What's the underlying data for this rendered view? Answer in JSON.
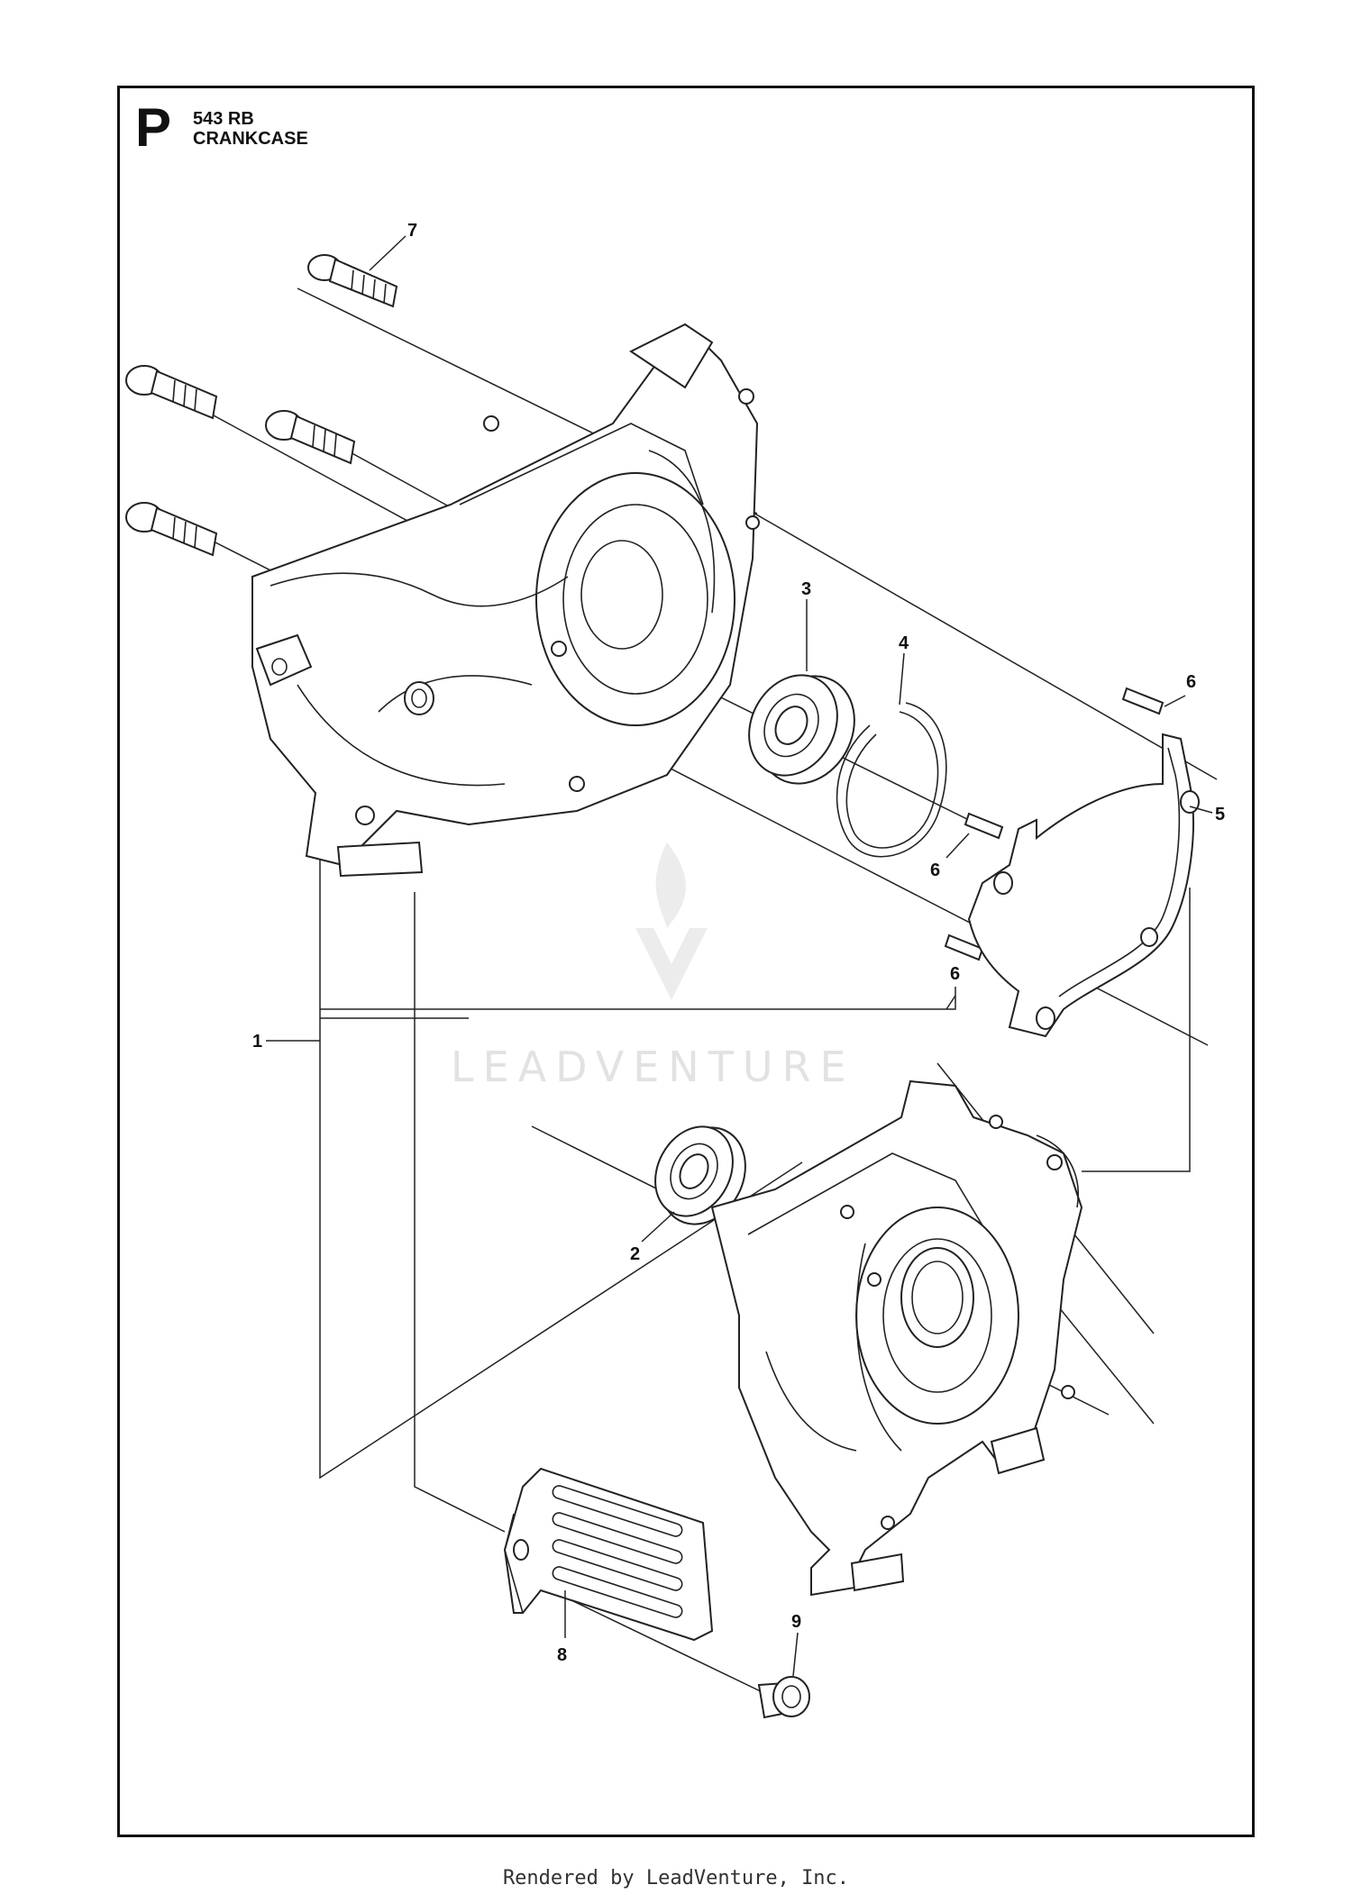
{
  "page": {
    "letter": "P",
    "model": "543 RB",
    "section_title": "CRANKCASE",
    "footer": "Rendered by LeadVenture, Inc.",
    "watermark": "LEADVENTURE"
  },
  "callouts": [
    {
      "id": "callout-1",
      "label": "1"
    },
    {
      "id": "callout-2",
      "label": "2"
    },
    {
      "id": "callout-3",
      "label": "3"
    },
    {
      "id": "callout-4",
      "label": "4"
    },
    {
      "id": "callout-5",
      "label": "5"
    },
    {
      "id": "callout-6a",
      "label": "6"
    },
    {
      "id": "callout-6b",
      "label": "6"
    },
    {
      "id": "callout-6c",
      "label": "6"
    },
    {
      "id": "callout-7",
      "label": "7"
    },
    {
      "id": "callout-8",
      "label": "8"
    },
    {
      "id": "callout-9",
      "label": "9"
    }
  ],
  "colors": {
    "line": "#222222",
    "watermark": "#e2e2e2",
    "background": "#ffffff"
  }
}
